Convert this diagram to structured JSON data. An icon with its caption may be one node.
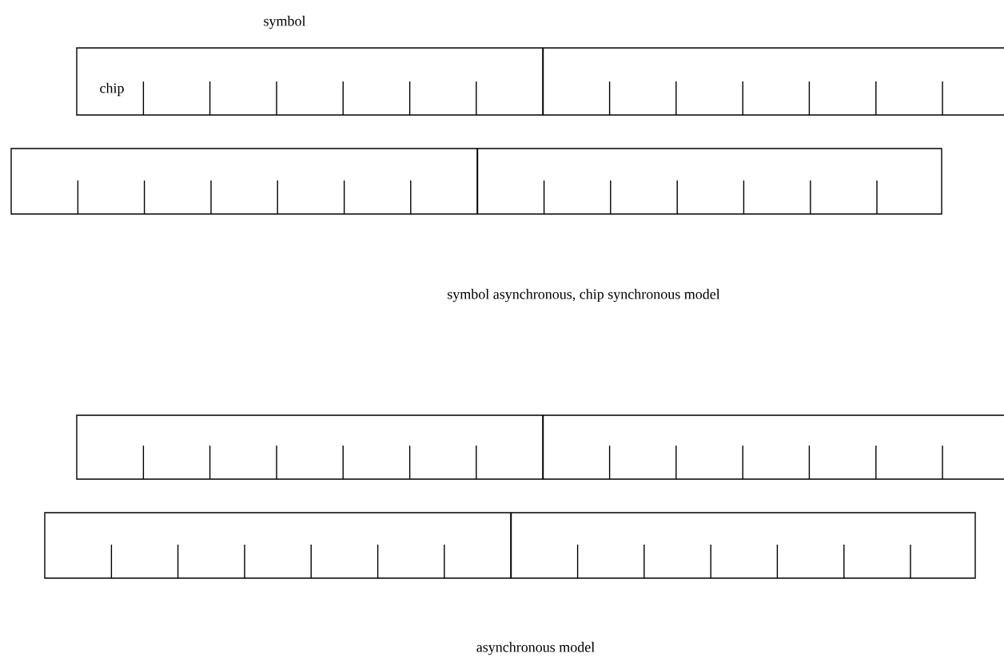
{
  "diagram": {
    "labels": [
      "symbol",
      "chip",
      "symbol asynchronous, chip synchronous model",
      "asynchronous model"
    ]
  }
}
